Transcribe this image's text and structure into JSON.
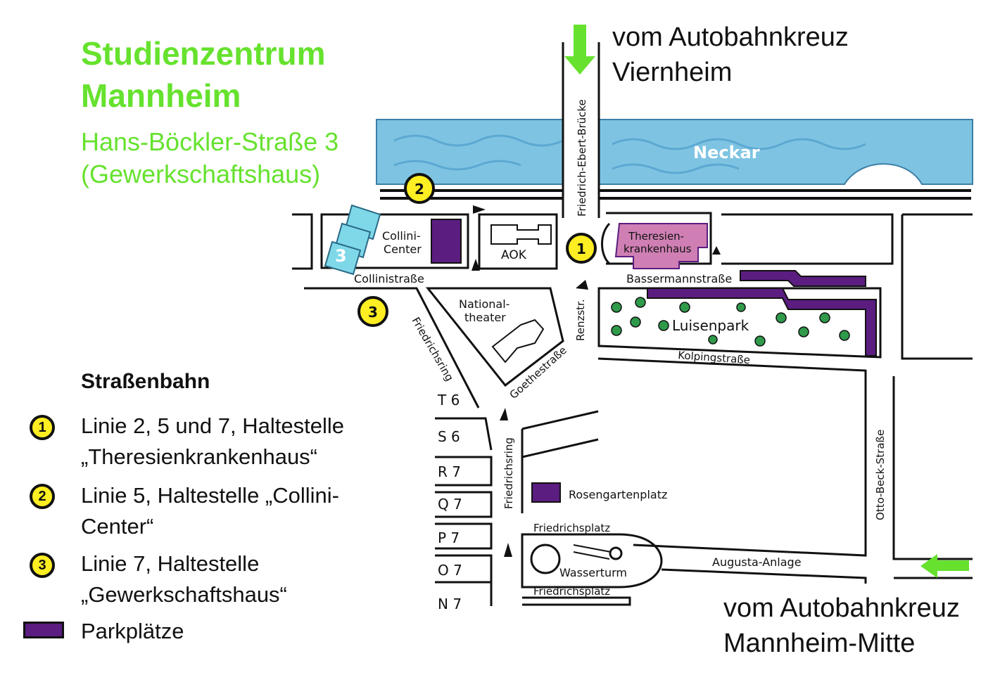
{
  "header": {
    "title_line1": "Studienzentrum",
    "title_line2": "Mannheim",
    "address_line1": "Hans-Böckler-Straße 3",
    "address_line2": "(Gewerkschaftshaus)"
  },
  "arrivals": {
    "north_line1": "vom Autobahnkreuz",
    "north_line2": "Viernheim",
    "east_line1": "vom Autobahnkreuz",
    "east_line2": "Mannheim-Mitte"
  },
  "legend": {
    "heading": "Straßenbahn",
    "items": [
      {
        "badge": "1",
        "line1": "Linie 2, 5 und 7, Haltestelle",
        "line2": "„Theresienkrankenhaus“"
      },
      {
        "badge": "2",
        "line1": "Linie 5, Haltestelle „Collini-",
        "line2": "Center“"
      },
      {
        "badge": "3",
        "line1": "Linie 7, Haltestelle",
        "line2": "„Gewerkschaftshaus“"
      }
    ],
    "parking_label": "Parkplätze"
  },
  "map": {
    "river": "Neckar",
    "bridge": "Friedrich-Ebert-Brücke",
    "renzstr": "Renzstr.",
    "collinistrasse": "Collinistraße",
    "friedrichsring_diag": "Friedrichsring",
    "friedrichsring_vert": "Friedrichsring",
    "goethestrasse": "Goethestraße",
    "bassermannstrasse": "Bassermannstraße",
    "kolpingstrasse": "Kolpingstraße",
    "otto_beck": "Otto-Beck-Straße",
    "augusta": "Augusta-Anlage",
    "friedrichsplatz_top": "Friedrichsplatz",
    "friedrichsplatz_bottom": "Friedrichsplatz",
    "wasserturm": "Wasserturm",
    "rosengartenplatz": "Rosengartenplatz",
    "luisenpark": "Luisenpark",
    "aok": "AOK",
    "collini_line1": "Collini-",
    "collini_line2": "Center",
    "national_line1": "National-",
    "national_line2": "theater",
    "theresien_line1": "Theresien-",
    "theresien_line2": "krankenhaus",
    "building_badge": "3",
    "stop1": "1",
    "stop2": "2",
    "stop3": "3",
    "quadrates": [
      "T 6",
      "S 6",
      "R 7",
      "Q 7",
      "P 7",
      "O 7",
      "N 7"
    ]
  },
  "colors": {
    "accent_green": "#66e22e",
    "river_blue": "#7ec4e2",
    "parking_purple": "#5b1d80",
    "hospital_pink": "#cf7fb4",
    "stop_yellow": "#ffee22",
    "building_cyan": "#7fd8e8"
  }
}
